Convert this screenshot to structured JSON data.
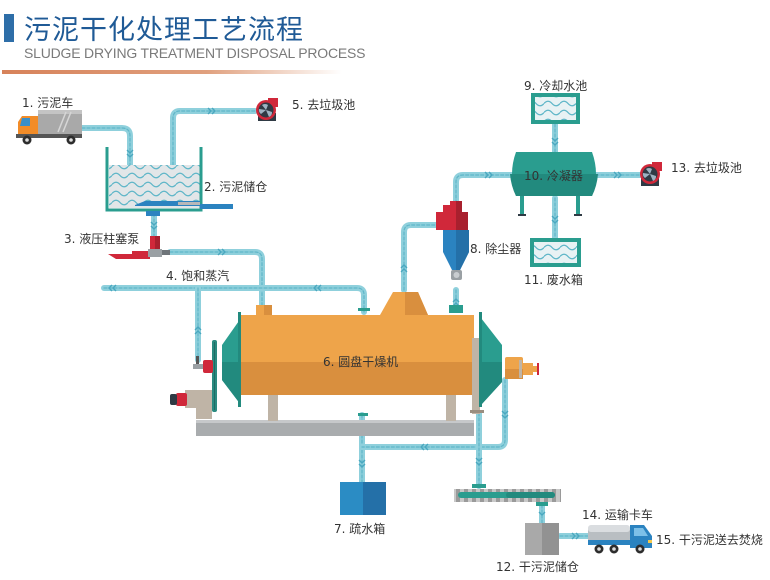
{
  "header": {
    "title_cn": "污泥干化处理工艺流程",
    "title_en": "SLUDGE DRYING TREATMENT DISPOSAL PROCESS"
  },
  "colors": {
    "title_blue": "#1f5a96",
    "pipe": "#8fd0dc",
    "pipe_dash": "#5fb6c8",
    "dryer_orange": "#eea44a",
    "dryer_orange_dark": "#d98f3e",
    "teal": "#2a9d8f",
    "red": "#d0283a",
    "accent_line": "#d7825a"
  },
  "components": [
    {
      "id": 1,
      "label": "1. 污泥车",
      "icon": "sludge-truck-icon"
    },
    {
      "id": 2,
      "label": "2. 污泥储仓",
      "icon": "sludge-tank-icon"
    },
    {
      "id": 3,
      "label": "3. 液压柱塞泵",
      "icon": "hydraulic-pump-icon"
    },
    {
      "id": 4,
      "label": "4. 饱和蒸汽",
      "icon": "steam-pipe-icon"
    },
    {
      "id": 5,
      "label": "5. 去垃圾池",
      "icon": "exhaust-fan-icon"
    },
    {
      "id": 6,
      "label": "6. 圆盘干燥机",
      "icon": "disc-dryer-icon"
    },
    {
      "id": 7,
      "label": "7. 疏水箱",
      "icon": "drain-tank-icon"
    },
    {
      "id": 8,
      "label": "8. 除尘器",
      "icon": "dust-collector-icon"
    },
    {
      "id": 9,
      "label": "9. 冷却水池",
      "icon": "cooling-pool-icon"
    },
    {
      "id": 10,
      "label": "10. 冷凝器",
      "icon": "condenser-icon"
    },
    {
      "id": 11,
      "label": "11. 废水箱",
      "icon": "wastewater-tank-icon"
    },
    {
      "id": 12,
      "label": "12. 干污泥储仓",
      "icon": "dry-sludge-silo-icon"
    },
    {
      "id": 13,
      "label": "13. 去垃圾池",
      "icon": "exhaust-fan-icon"
    },
    {
      "id": 14,
      "label": "14. 运输卡车",
      "icon": "transport-truck-icon"
    },
    {
      "id": 15,
      "label": "15. 干污泥送去焚烧",
      "icon": ""
    }
  ]
}
